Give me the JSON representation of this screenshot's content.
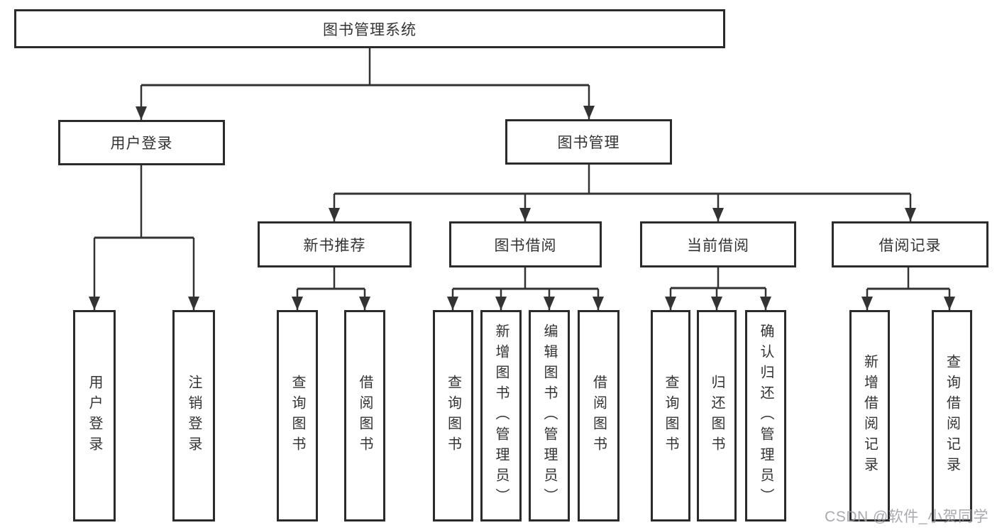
{
  "diagram": {
    "title": "图书管理系统",
    "branches": [
      {
        "label": "用户登录",
        "children": [
          {
            "label": "用户登录"
          },
          {
            "label": "注销登录"
          }
        ]
      },
      {
        "label": "图书管理",
        "children": [
          {
            "label": "新书推荐",
            "children": [
              {
                "label": "查询图书"
              },
              {
                "label": "借阅图书"
              }
            ]
          },
          {
            "label": "图书借阅",
            "children": [
              {
                "label": "查询图书"
              },
              {
                "label": "新增图书（管理员）"
              },
              {
                "label": "编辑图书（管理员）"
              },
              {
                "label": "借阅图书"
              }
            ]
          },
          {
            "label": "当前借阅",
            "children": [
              {
                "label": "查询图书"
              },
              {
                "label": "归还图书"
              },
              {
                "label": "确认归还（管理员）"
              }
            ]
          },
          {
            "label": "借阅记录",
            "children": [
              {
                "label": "新增借阅记录"
              },
              {
                "label": "查询借阅记录"
              }
            ]
          }
        ]
      }
    ]
  },
  "watermark": {
    "text": "CSDN @软件_小贺同学"
  },
  "colors": {
    "line": "#333333",
    "box_border": "#2b2b2b",
    "text": "#333333",
    "watermark": "#9b9ba2",
    "background": "#ffffff"
  }
}
